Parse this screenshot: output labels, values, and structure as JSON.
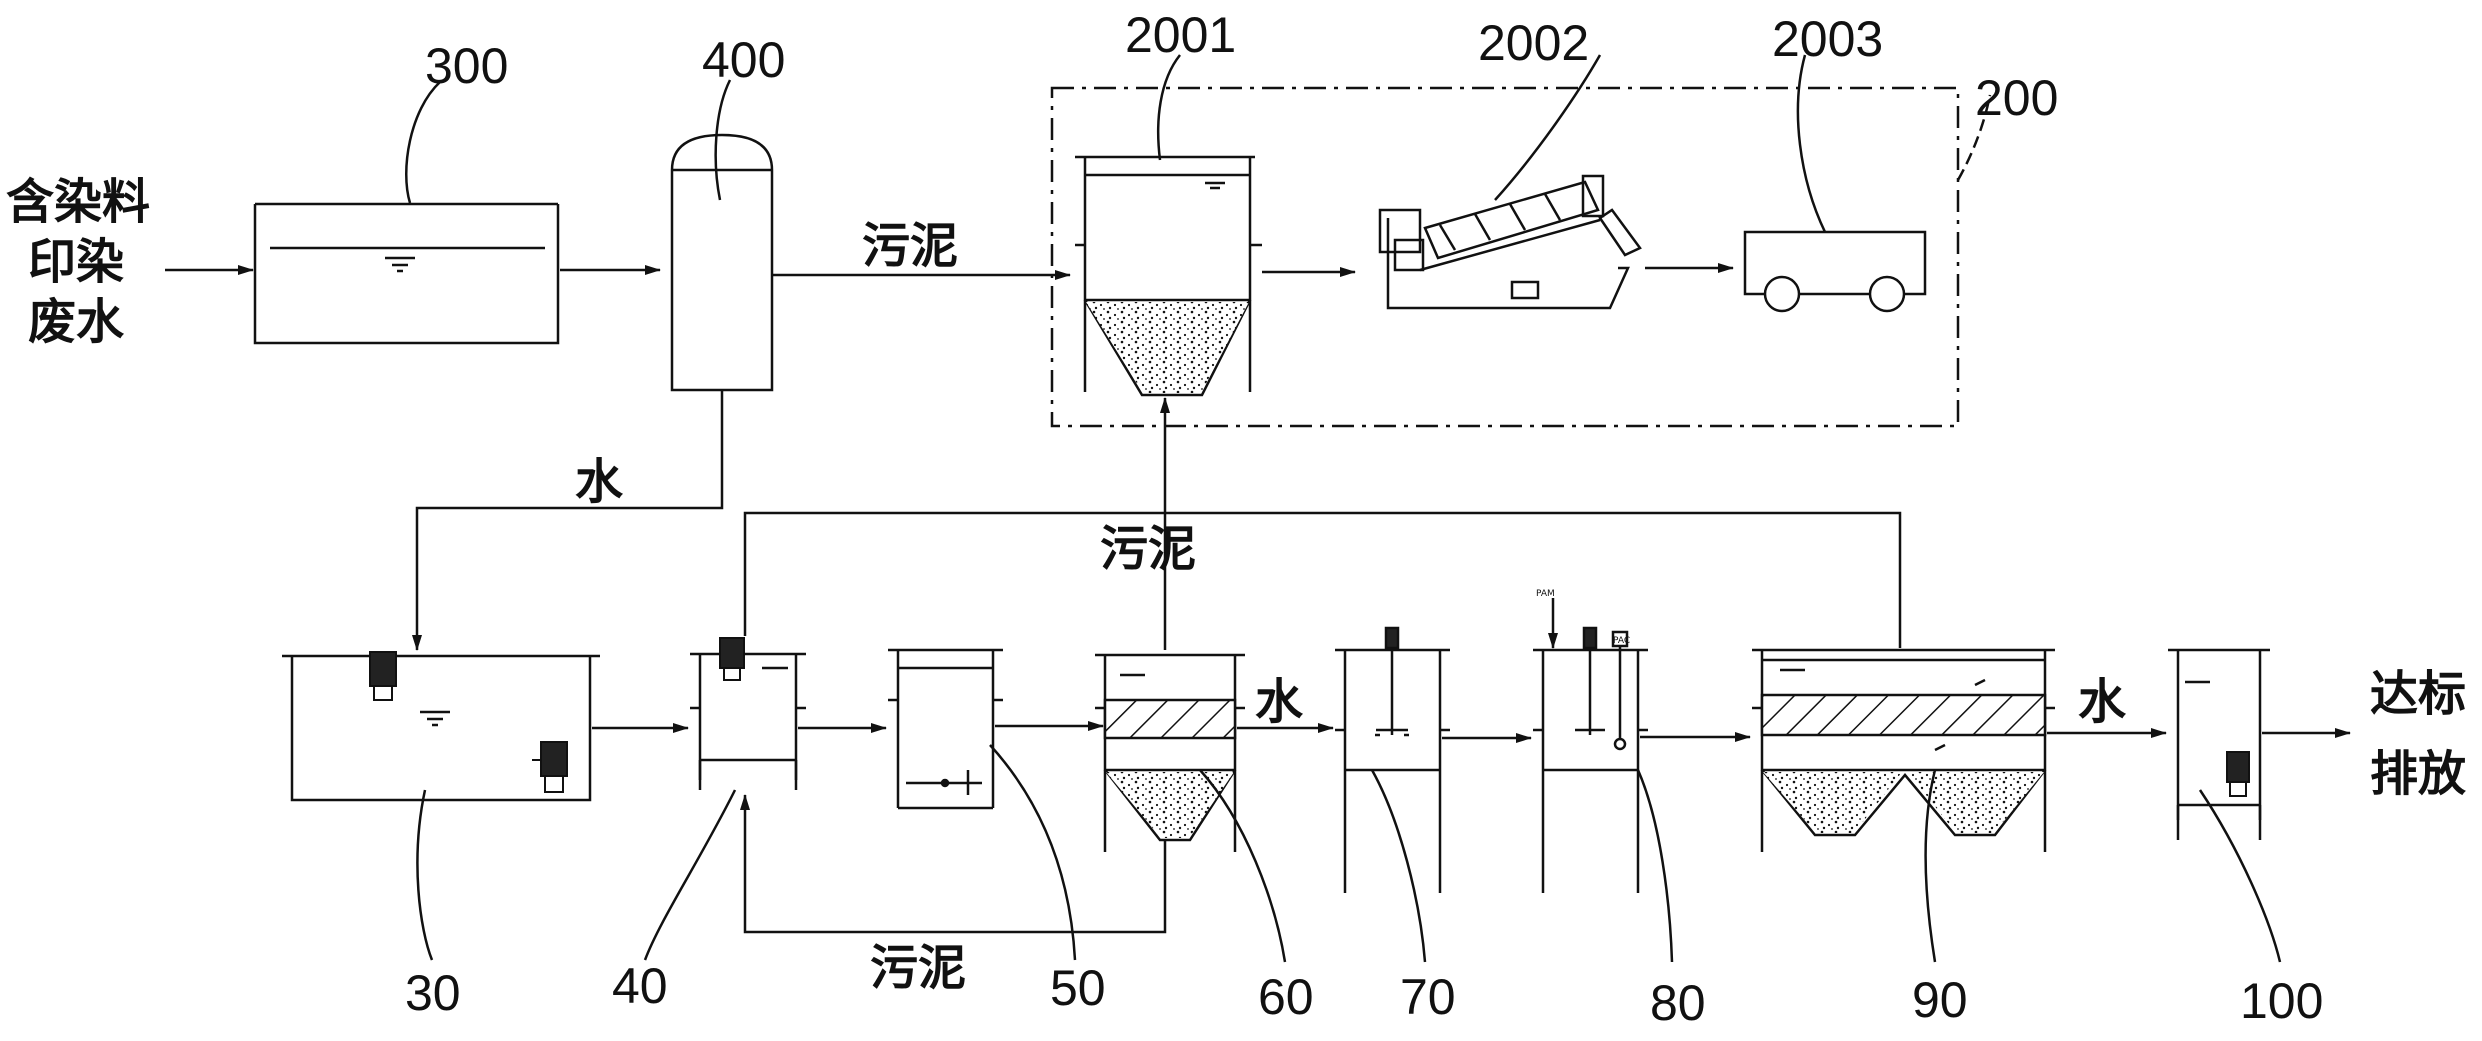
{
  "labels": {
    "n300": "300",
    "n400": "400",
    "n2001": "2001",
    "n2002": "2002",
    "n2003": "2003",
    "n200": "200",
    "n30": "30",
    "n40": "40",
    "n50": "50",
    "n60": "60",
    "n70": "70",
    "n80": "80",
    "n90": "90",
    "n100": "100"
  },
  "text": {
    "inlet": [
      "含染料",
      "印染",
      "废水"
    ],
    "sludge": "污泥",
    "water": "水",
    "outlet": [
      "达标",
      "排放"
    ],
    "pam": "PAM",
    "pac": "PAC"
  }
}
